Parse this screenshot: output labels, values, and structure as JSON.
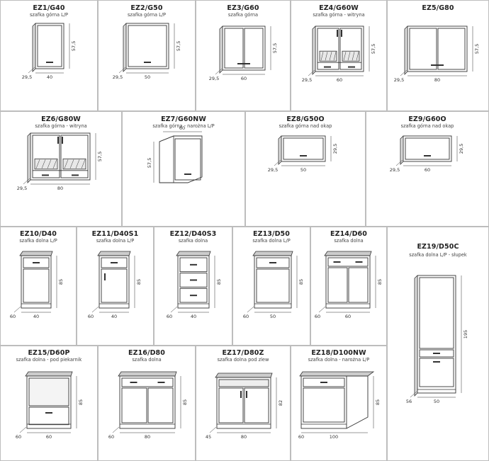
{
  "cabinets": [
    {
      "code": "EZ1/G40",
      "desc": "szafka górna L/P",
      "depth": "29,5",
      "width": "40",
      "height": "57,5"
    },
    {
      "code": "EZ2/G50",
      "desc": "szafka górna L/P",
      "depth": "29,5",
      "width": "50",
      "height": "57,5"
    },
    {
      "code": "EZ3/G60",
      "desc": "szafka górna",
      "depth": "29,5",
      "width": "60",
      "height": "57,5"
    },
    {
      "code": "EZ4/G60W",
      "desc": "szafka górna - witryna",
      "depth": "29,5",
      "width": "60",
      "height": "57,5"
    },
    {
      "code": "EZ5/G80",
      "desc": "",
      "depth": "29,5",
      "width": "80",
      "height": "57,5"
    },
    {
      "code": "EZ6/G80W",
      "desc": "szafka górna - witryna",
      "depth": "29,5",
      "width": "80",
      "height": "57,5"
    },
    {
      "code": "EZ7/G60NW",
      "desc": "szafka górna - narożna L/P",
      "depth": "",
      "width": "60",
      "height": "57,5"
    },
    {
      "code": "EZ8/G50O",
      "desc": "szafka górna nad okap",
      "depth": "29,5",
      "width": "50",
      "height": "29,5"
    },
    {
      "code": "EZ9/G60O",
      "desc": "szafka górna nad okap",
      "depth": "29,5",
      "width": "60",
      "height": "29,5"
    },
    {
      "code": "EZ10/D40",
      "desc": "szafka dolna L/P",
      "depth": "60",
      "width": "40",
      "height": "85"
    },
    {
      "code": "EZ11/D40S1",
      "desc": "szafka dolna L/P",
      "depth": "60",
      "width": "40",
      "height": "85"
    },
    {
      "code": "EZ12/D40S3",
      "desc": "szafka dolna",
      "depth": "60",
      "width": "40",
      "height": "85"
    },
    {
      "code": "EZ13/D50",
      "desc": "szafka dolna L/P",
      "depth": "60",
      "width": "50",
      "height": "85"
    },
    {
      "code": "EZ14/D60",
      "desc": "szafka dolna",
      "depth": "60",
      "width": "60",
      "height": "85"
    },
    {
      "code": "EZ19/D50C",
      "desc": "szafka dolna L/P - słupek",
      "depth": "56",
      "width": "50",
      "height": "195"
    },
    {
      "code": "EZ15/D60P",
      "desc": "szafka dolna - pod piekarnik",
      "depth": "60",
      "width": "60",
      "height": "85"
    },
    {
      "code": "EZ16/D80",
      "desc": "szafka dolna",
      "depth": "60",
      "width": "80",
      "height": "85"
    },
    {
      "code": "EZ17/D80Z",
      "desc": "szafka dolna pod zlew",
      "depth": "45",
      "width": "80",
      "height": "82"
    },
    {
      "code": "EZ18/D100NW",
      "desc": "szafka dolna - narożna L/P",
      "depth": "60",
      "width": "100",
      "height": "85"
    }
  ]
}
